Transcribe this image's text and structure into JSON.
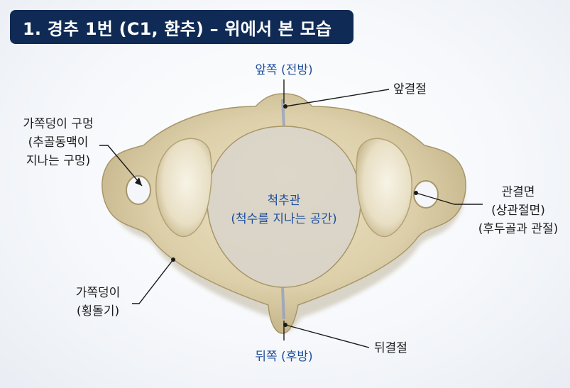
{
  "title": "1. 경추 1번 (C1, 환추) – 위에서 본 모습",
  "labels": {
    "anterior": "앞쪽 (전방)",
    "posterior": "뒤쪽 (후방)",
    "anterior_tubercle": "앞결절",
    "posterior_tubercle": "뒤결절",
    "transverse_foramen": [
      "가쪽덩이 구멍",
      "(추골동맥이",
      "지나는 구멍)"
    ],
    "vertebral_canal": [
      "척추관",
      "(척수를 지나는 공간)"
    ],
    "articular_facet": [
      "관결면",
      "(상관절면)",
      "(후두골과 관절)"
    ],
    "transverse_process": [
      "가쪽덩이",
      "(횡돌기)"
    ]
  },
  "colors": {
    "title_bg": "#0f2a55",
    "title_text": "#ffffff",
    "label_text": "#1c1c1c",
    "accent_blue": "#1f4f9c",
    "bone": "#dccfa9",
    "bone_shadow": "#b5a47a"
  }
}
